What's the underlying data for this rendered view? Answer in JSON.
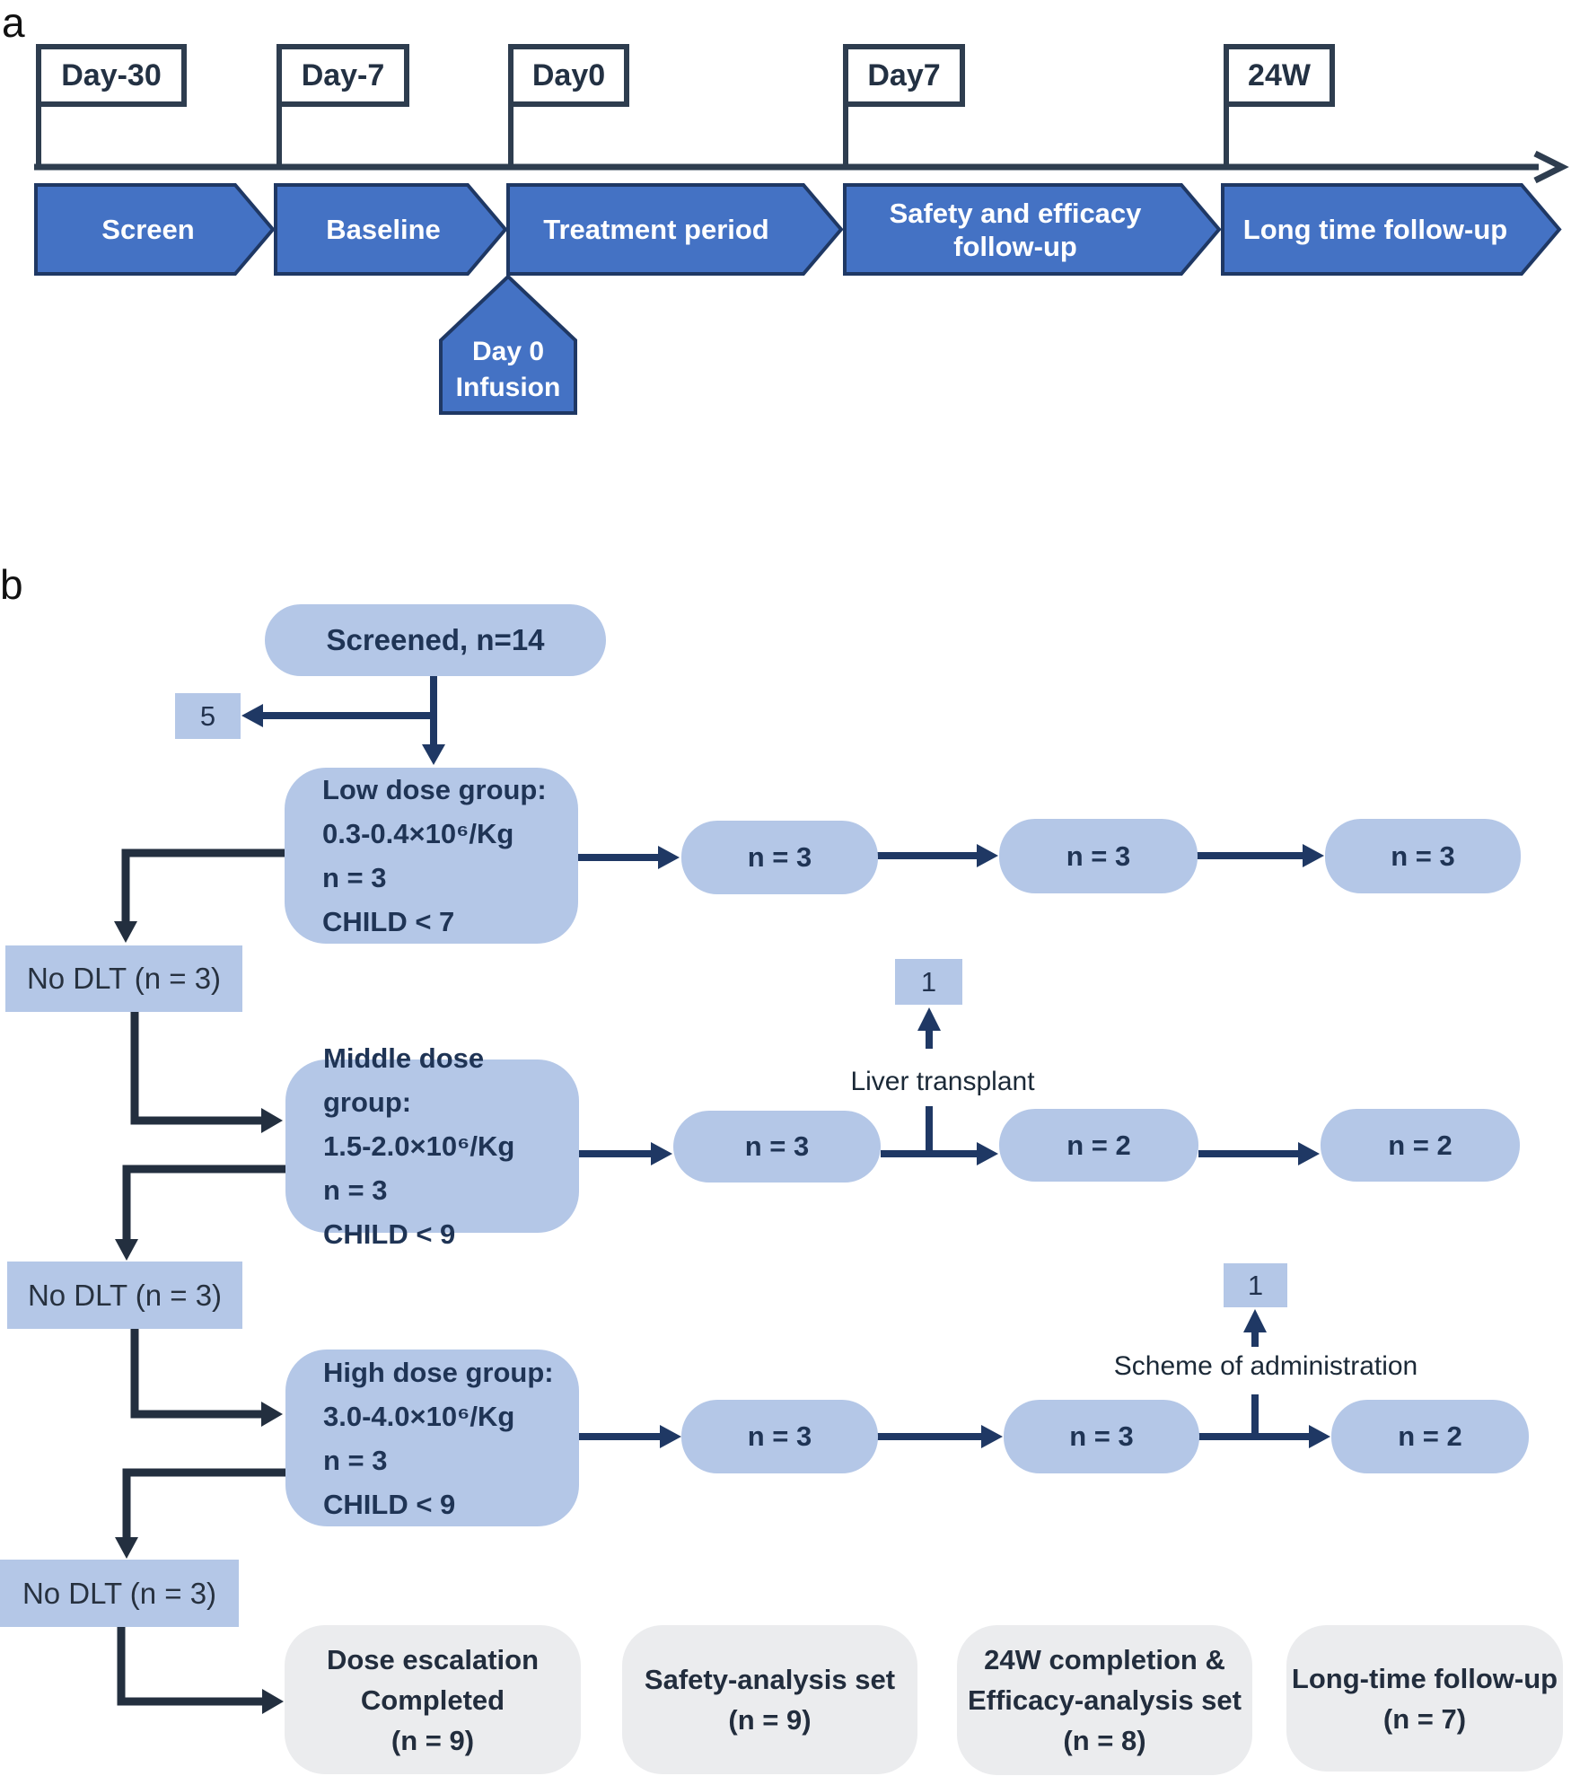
{
  "panel_a": {
    "label": "a",
    "flags": [
      {
        "label": "Day-30"
      },
      {
        "label": "Day-7"
      },
      {
        "label": "Day0"
      },
      {
        "label": "Day7"
      },
      {
        "label": "24W"
      }
    ],
    "phases": [
      {
        "label": "Screen"
      },
      {
        "label": "Baseline"
      },
      {
        "label": "Treatment period"
      },
      {
        "label": "Safety and efficacy follow-up"
      },
      {
        "label": "Long time follow-up"
      }
    ],
    "infusion": {
      "line1": "Day 0",
      "line2": "Infusion"
    }
  },
  "panel_b": {
    "label": "b",
    "screened": {
      "label": "Screened, n=14"
    },
    "screen_failure": {
      "count": "5"
    },
    "groups": [
      {
        "lines": [
          "Low dose group:",
          "0.3-0.4×10⁶/Kg",
          "n = 3",
          "CHILD < 7"
        ]
      },
      {
        "lines": [
          "Middle dose group:",
          "1.5-2.0×10⁶/Kg",
          "n = 3",
          "CHILD < 9"
        ]
      },
      {
        "lines": [
          "High dose group:",
          "3.0-4.0×10⁶/Kg",
          "n = 3",
          "CHILD < 9"
        ]
      }
    ],
    "no_dlt": [
      "No DLT (n = 3)",
      "No DLT (n = 3)",
      "No DLT (n = 3)"
    ],
    "rows": [
      {
        "boxes": [
          "n = 3",
          "n = 3",
          "n = 3"
        ]
      },
      {
        "boxes": [
          "n = 3",
          "n = 2",
          "n = 2"
        ],
        "dropout": {
          "count": "1",
          "label": "Liver transplant"
        }
      },
      {
        "boxes": [
          "n = 3",
          "n = 3",
          "n = 2"
        ],
        "dropout": {
          "count": "1",
          "label": "Scheme of administration"
        }
      }
    ],
    "outcomes": [
      {
        "lines": [
          "Dose escalation",
          "Completed",
          "(n = 9)"
        ]
      },
      {
        "lines": [
          "Safety-analysis set",
          "(n = 9)"
        ]
      },
      {
        "lines": [
          "24W completion &",
          "Efficacy-analysis set",
          "(n = 8)"
        ]
      },
      {
        "lines": [
          "Long-time follow-up",
          "(n = 7)"
        ]
      }
    ]
  },
  "colors": {
    "phase_fill": "#4472C4",
    "phase_border": "#1F3864",
    "timeline": "#2E3D4F",
    "light_box": "#B4C7E7",
    "gray_box": "#EBECEE",
    "connector_navy": "#1F3864",
    "connector_dark": "#232F3F",
    "dark_text": "#1F3455"
  }
}
